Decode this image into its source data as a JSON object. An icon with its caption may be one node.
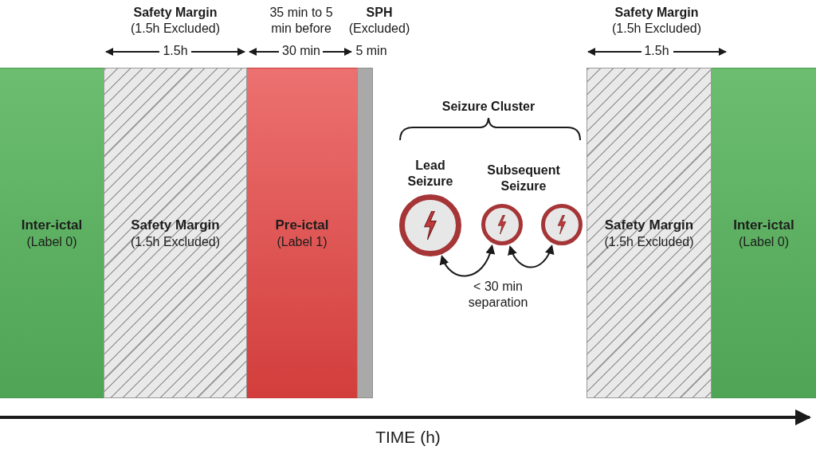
{
  "diagram": {
    "nodes": [
      {
        "text": [
          "Inter-ictal",
          "(Label 0)"
        ]
      },
      {
        "text": [
          "Safety Margin",
          "(1.5h Excluded)"
        ]
      },
      {
        "text": [
          "Pre-ictal",
          "(Label 1)"
        ]
      },
      {
        "text": [],
        "shape": "bar"
      },
      {
        "text": [
          "Lead Seizure"
        ]
      },
      {
        "text": [],
        "shape": "circle"
      },
      {
        "text": [],
        "shape": "circle"
      },
      {
        "text": [
          "Safety Margin",
          "(1.5h Excluded)"
        ]
      },
      {
        "text": [
          "Inter-ictal",
          "(Label 0)"
        ]
      }
    ],
    "edges": [
      {
        "from": 4,
        "to": 5,
        "arrow": "both"
      },
      {
        "from": 5,
        "to": 6,
        "arrow": "both"
      }
    ],
    "labels": [
      "Safety Margin",
      "(1.5h Excluded)",
      "35 min to 5 min before",
      "SPH",
      "(Excluded)",
      "1.5h",
      "30 min",
      "5 min",
      "Seizure Cluster",
      "Subsequent Seizure",
      "< 30 min separation",
      "Safety Margin",
      "(1.5h Excluded)",
      "1.5h",
      "TIME (h)"
    ]
  }
}
